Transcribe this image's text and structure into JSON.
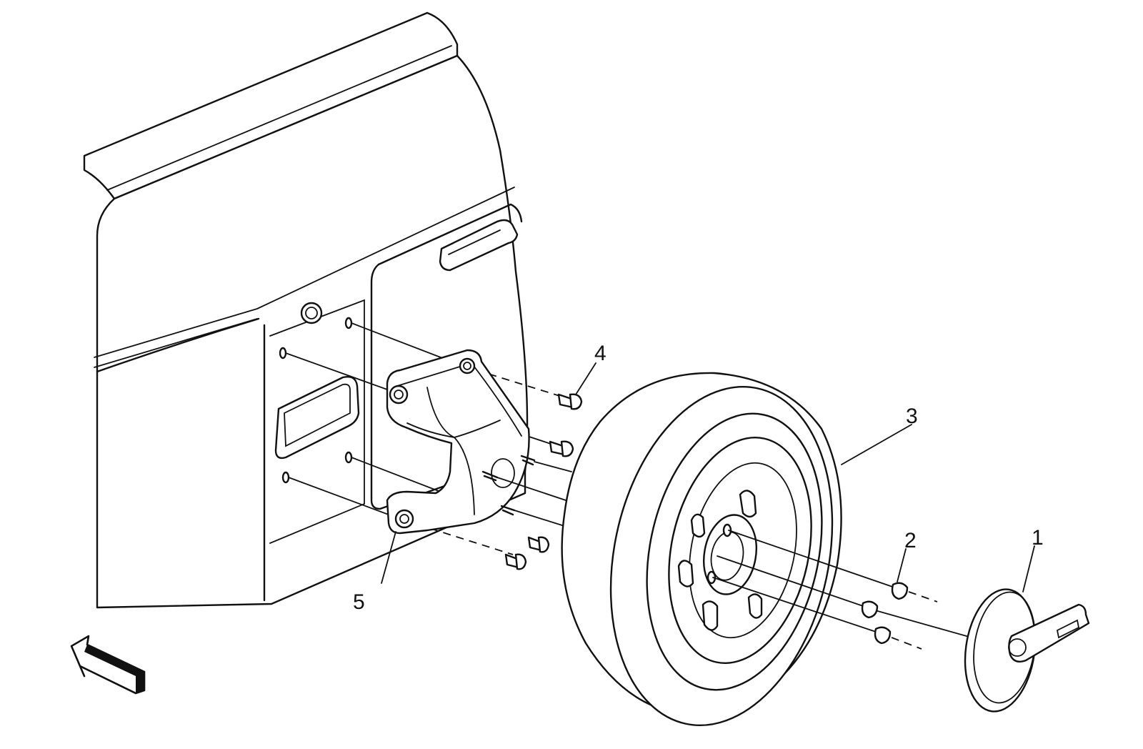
{
  "callouts": [
    {
      "id": "1",
      "text": "1"
    },
    {
      "id": "2",
      "text": "2"
    },
    {
      "id": "3",
      "text": "3"
    },
    {
      "id": "4",
      "text": "4"
    },
    {
      "id": "5",
      "text": "5"
    }
  ],
  "icons": {
    "direction_arrow": "front-direction-arrow-icon"
  },
  "colors": {
    "line": "#111111",
    "background": "#ffffff"
  }
}
